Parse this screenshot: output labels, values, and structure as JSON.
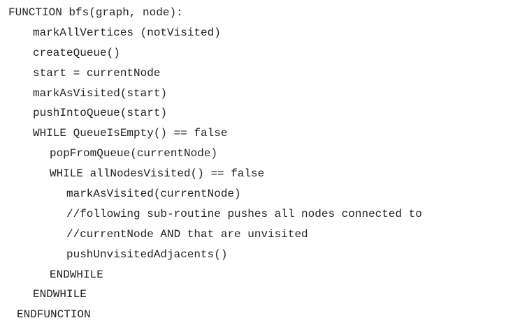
{
  "code": {
    "lines": [
      "FUNCTION bfs(graph, node):",
      "markAllVertices (notVisited)",
      "createQueue()",
      "start = currentNode",
      "markAsVisited(start)",
      "pushIntoQueue(start)",
      "WHILE QueueIsEmpty() == false",
      "popFromQueue(currentNode)",
      "WHILE allNodesVisited() == false",
      "markAsVisited(currentNode)",
      "//following sub-routine pushes all nodes connected to",
      "//currentNode AND that are unvisited",
      "pushUnvisitedAdjacents()",
      "ENDWHILE",
      "ENDWHILE",
      "ENDFUNCTION"
    ]
  }
}
